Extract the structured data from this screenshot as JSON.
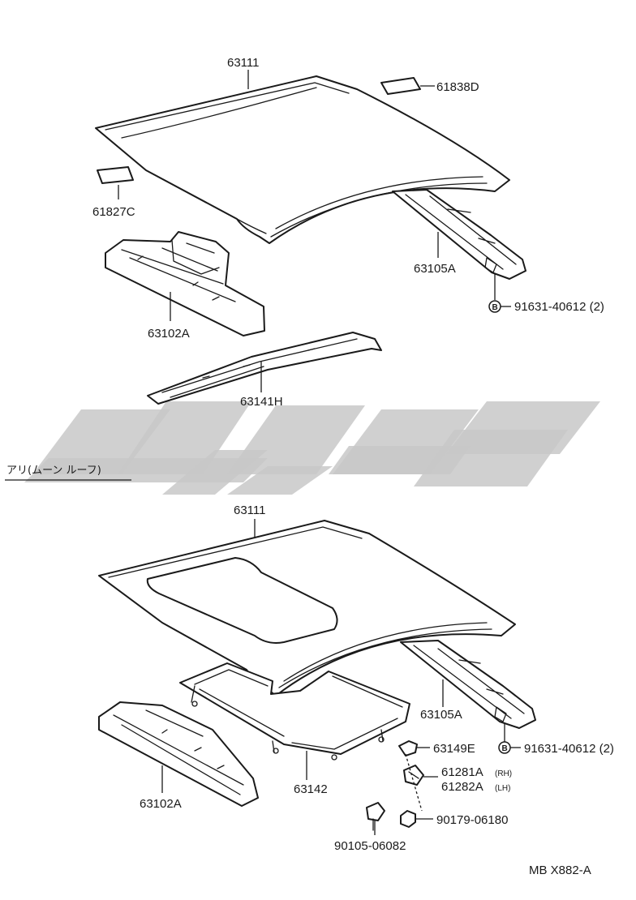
{
  "section_note": "アリ(ムーン ルーフ)",
  "drawing_code": "MB X882-A",
  "bolt_mark_letter": "B",
  "labels": {
    "roof_top": "63111",
    "roof_bottom": "63111",
    "emblem_rear": "61838D",
    "emblem_front": "61827C",
    "front_header_top": "63102A",
    "front_header_bottom": "63102A",
    "side_rail_top": "63105A",
    "side_rail_bottom": "63105A",
    "rear_header": "63141H",
    "bolt_top": "91631-40612 (2)",
    "bolt_bottom": "91631-40612 (2)",
    "sunroof_frame": "63142",
    "bracket": "63149E",
    "clip_rh": "61281A",
    "clip_rh_side": "(RH)",
    "clip_lh": "61282A",
    "clip_lh_side": "(LH)",
    "nut": "90179-06180",
    "screw": "90105-06082"
  }
}
